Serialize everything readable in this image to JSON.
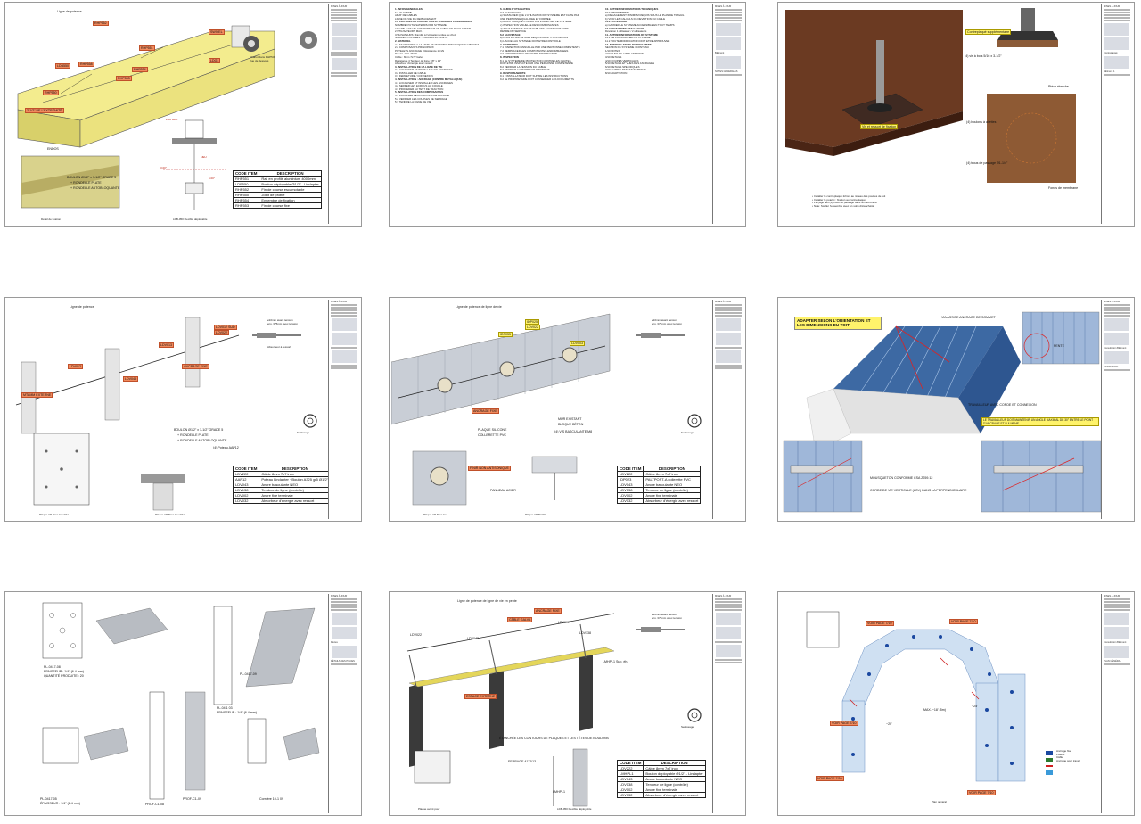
{
  "titleblock": {
    "header": "MISES À JOUR"
  },
  "sheets": [
    {
      "id": "s1",
      "title": "Ligne de potence",
      "tags": [
        {
          "t": "RHP552"
        },
        {
          "t": "RHP551"
        },
        {
          "t": "LDB550"
        },
        {
          "t": "RHP558"
        },
        {
          "t": "RHP550"
        },
        {
          "t": "RHP554"
        },
        {
          "t": "RHP553"
        },
        {
          "t": "SWIVEL"
        },
        {
          "t": "LDG1"
        },
        {
          "t": "2-1/2\" DE L'EXTRÉMITÉ"
        },
        {
          "t": "ENDOS"
        },
        {
          "t": "BOULON Ø1/2\" x 1-1/2\" GRADE 5"
        },
        {
          "t": "+ RONDELLE PLATE"
        },
        {
          "t": "+ RONDELLE AUTOBLOQUANTE"
        }
      ],
      "labels": {
        "c1": "Chariot dans RHP549",
        "c2": "Vue de dessous",
        "dim1": "2-00 MAX",
        "dim2": "JEU",
        "d1": "3.00\"",
        "d2": "5.00\""
      },
      "table": {
        "head": [
          "CODE ITEM",
          "DESCRIPTION"
        ],
        "rows": [
          [
            "RHP551",
            "Rail en profilé aluminium 4000mm"
          ],
          [
            "LDB550",
            "Boulon déployable Ø1/2\" - Lindapter"
          ],
          [
            "RHP552",
            "Fin de course escamotable"
          ],
          [
            "RHP550",
            "Joint de profilé"
          ],
          [
            "RHP554",
            "Ensemble de fixation"
          ],
          [
            "RHP553",
            "Fin de course fixe"
          ]
        ]
      },
      "cap1": "Détail de fixation",
      "cap2": "LDB-050 Flexible déployable"
    },
    {
      "id": "s2",
      "col1": [
        {
          "h": true,
          "t": "1. INFOS GÉNÉRALES"
        },
        {
          "t": "1.1 SYSTÈME"
        },
        {
          "t": "AMAT DE CÂBLES"
        },
        {
          "t": "LIGNE DE VIE DE DÉPLACEMENT"
        },
        {
          "h": true,
          "t": "1.2 CRITÈRES DE CONCEPTION ET CHARGES CONSIDÉRÉES"
        },
        {
          "t": "NOMBRE D'UTILISATEURS PAR SYSTÈME"
        },
        {
          "t": "LE CÂBLE DE VIE COMPORTANT UN CÂBLE EN DEUX CRÉER"
        },
        {
          "t": "2 UTILISATEURS MAX."
        },
        {
          "t": "UTILISATEURS : Famille à l'utilisation unitée au choix"
        },
        {
          "t": "NORMES UTILISÉES : CSA Z259.16 Z259.15"
        },
        {
          "h": true,
          "t": "2. MATÉRIEL"
        },
        {
          "t": "2.1 SE RÉFÉRER À LA LISTE DE MATÉRIEL SPÉCIFIQUE AU PROJET"
        },
        {
          "t": "2.2 COMPOSANTS PRINCIPAUX"
        },
        {
          "t": "POTELETS ANCRAGE : Résistance 16 kN"
        },
        {
          "t": "Potelet : PAL-PC06"
        },
        {
          "t": "Câble : 8mm 7x7 / Galva"
        },
        {
          "t": "Résistance 4 Tendeur de ligne 3/8\" x 13\""
        },
        {
          "t": "Absorbeur d'énergie avec ressort"
        },
        {
          "h": true,
          "t": "3. INSTALLATION DE LA LIGNE DE VIE"
        },
        {
          "t": "3.1 LOCALISER ET INSTALLER LES ANCRAGES"
        },
        {
          "t": "3.2 INSTALLER LE CÂBLE"
        },
        {
          "t": "3.3 FERMETURE / CONNEXION"
        },
        {
          "h": true,
          "t": "4. INSTALLATION : ANCRAGE (CONTRE MÉTALLIQUE)"
        },
        {
          "t": "4.1 LOCALISER ET INSTALLER LES ANCRAGES"
        },
        {
          "t": "4.2 SERRER LES ÉCROUS AU COUPLE"
        },
        {
          "t": "4.3 PROCÉDER AU TEST DE TRACTION"
        },
        {
          "h": true,
          "t": "5. INSTALLATION DES COMPOSANTES"
        },
        {
          "t": "5.1 INSTALLER LES FIXATIONS DE LA LIGNE"
        },
        {
          "t": "5.2 VÉRIFIER LES COUPLES DE SERRAGE"
        },
        {
          "t": "5.3 TENDRE LA LIGNE DE VIE"
        }
      ],
      "col2": [
        {
          "h": true,
          "t": "6. GUIDE D'UTILISATION"
        },
        {
          "t": "6.1 UTILISATION"
        },
        {
          "t": "a) S'ASSURER QUE L'UTILISATION DU SYSTÈME EST FAITE PAR"
        },
        {
          "t": "   UNE PERSONNE QUALIFIÉE ET FORMÉE"
        },
        {
          "t": "b) AVANT CHAQUE UTILISATION INSPECTER LE SYSTÈME"
        },
        {
          "t": "c) INSPECTION VISUELLE DES COMPOSANTES"
        },
        {
          "t": "d) TOUT SYSTÈME AYANT SUBI UNE CHUTE DOIT ÊTRE"
        },
        {
          "t": "   RETIRÉ DU SERVICE"
        },
        {
          "h": true,
          "t": "6.2 SAUVETAGE"
        },
        {
          "t": "a) PLAN DE SAUVETAGE REQUIS AVANT L'UTILISATION"
        },
        {
          "t": "b) L'ACCÈS AU SYSTÈME DOIT ÊTRE CONTRÔLÉ"
        },
        {
          "h": true,
          "t": "7. ENTRETIEN"
        },
        {
          "t": "7.1 INSPECTION ANNUELLE PAR UNE PERSONNE COMPÉTENTE"
        },
        {
          "t": "7.2 REMPLACER LES COMPOSANTES ENDOMMAGÉES"
        },
        {
          "t": "7.3 CONSERVER LE REGISTRE D'INSPECTION"
        },
        {
          "h": true,
          "t": "8. INSPECTION"
        },
        {
          "t": "8.1 LE SYSTÈME DE PROTECTION CONTRE LES CHUTES"
        },
        {
          "t": "   DOIT ÊTRE INSPECTÉ PAR UNE PERSONNE COMPÉTENTE"
        },
        {
          "t": "8.2 VÉRIFIER LA TENSION DU CÂBLE"
        },
        {
          "t": "8.3 VÉRIFIER L'ABSORBEUR D'ÉNERGIE"
        },
        {
          "h": true,
          "t": "9. RESPONSABILITÉ"
        },
        {
          "t": "9.1 L'INSTALLATEUR DOIT SUIVRE LES INSTRUCTIONS"
        },
        {
          "t": "9.2 LE PROPRIÉTAIRE DOIT CONSERVER LES DOCUMENTS"
        }
      ],
      "col3": [
        {
          "h": true,
          "t": "10. AUTRES INFORMATIONS TECHNIQUES"
        },
        {
          "t": "10.1 DÉGAGEMENT"
        },
        {
          "t": "a) DÉGAGEMENT MINIMUM REQUIS SOUS LE PLAN DE TRAVAIL"
        },
        {
          "t": "b) VOIR LES CALCULS DE DÉVIATION DU CÂBLE"
        },
        {
          "h": true,
          "t": "10.2 SAUVETAGE"
        },
        {
          "t": "a) GARDER LE SYSTÈME ACCESSIBLE EN TOUT TEMPS"
        },
        {
          "h": true,
          "t": "10.3 DÉVIATIONS DES CÂBLES"
        },
        {
          "t": "Déviation 1 utilisateur / 2 utilisateurs"
        },
        {
          "h": true,
          "t": "11. AUTRES INFORMATIONS DU SYSTÈME"
        },
        {
          "t": "11.1 NE PAS MODIFIER LE SYSTÈME"
        },
        {
          "t": "11.2 TOUTE MODIFICATION DOIT ÊTRE APPROUVÉE"
        },
        {
          "h": true,
          "t": "12. NOMENCLATURE DU DOCUMENT"
        },
        {
          "t": "SECTION DE SYSTÈME / CONTENU"
        },
        {
          "t": "1/10 NOTES"
        },
        {
          "t": "2/10 VUES DE L'IMPLANTATION"
        },
        {
          "t": "3/10 DÉTAILS"
        },
        {
          "t": "4/10 COUPES VERTICALES"
        },
        {
          "t": "5/10 DÉTAILS ET VUES DES ANCRAGES"
        },
        {
          "t": "6/10 DÉTAILS SPÉCIFIQUES"
        },
        {
          "t": "7/10 AUTRES RENSEIGNEMENTS"
        },
        {
          "t": "8/10 ADAPTATION"
        }
      ],
      "tb": [
        "Bâtiment",
        "NOTES GÉNÉRALES"
      ]
    },
    {
      "id": "s3",
      "tags": [
        {
          "t": "Contreplaqué supplémentaire"
        },
        {
          "t": "(4) vis à bois 5/16 x 3-1/2\""
        },
        {
          "t": "Pièce étanche"
        },
        {
          "t": "(4) boulons à ailettes"
        },
        {
          "t": "(4) trous de passage Ø1-1/4\""
        },
        {
          "t": "Fonds de membrane"
        },
        {
          "t": "Vis et ressort de fixation"
        }
      ],
      "notes": [
        "• Installer le contreplaqué 22mm au niveau des poutres de toit",
        "• Installer le potelet : fixation au contreplaqué",
        "• Perçage des (4) trous de passage dans la membrane",
        "• Note: Sceller l'ensemble avec un solin d'étanchéité"
      ],
      "tb": [
        "Contreplaqué",
        "Bâtiment 1"
      ]
    },
    {
      "id": "s4",
      "title": "Ligne de potence",
      "tags": [
        {
          "t": "LDV012 SUD"
        },
        {
          "t": "LDV022"
        },
        {
          "t": "LDV013"
        },
        {
          "t": "LDV012"
        },
        {
          "t": "LDV043"
        },
        {
          "t": "MTAMM EXTERNE"
        },
        {
          "t": "ANCRAGE FIXE"
        },
        {
          "t": "(4) Poteau AAP12"
        },
        {
          "t": "BOULON Ø1/2\" x 1-1/2\" GRADE 5"
        },
        {
          "t": "+ RONDELLE PLATE"
        },
        {
          "t": "+ RONDELLE AUTOBLOQUANTE"
        }
      ],
      "labels": {
        "absorb": "≥10mm avant tension",
        "absorb2": "env. 375mm avec tension",
        "abs": "Absorbeur à ressort",
        "stop": "Sertissage"
      },
      "table": {
        "head": [
          "CODE ITEM",
          "DESCRIPTION"
        ],
        "rows": [
          [
            "LDV222",
            "Câble 8mm 7x7 inox"
          ],
          [
            "AAP12",
            "Poteau Lindapter +Boulon A325 gr5 Ø1/2\""
          ],
          [
            "LDV043",
            "Ancre basculante NEO"
          ],
          [
            "LDV138",
            "Tendeur de ligne (contrôle)"
          ],
          [
            "LDV002",
            "Ancre fixe terminale"
          ],
          [
            "LDV032",
            "Absorbeur d'énergie avec ressort"
          ]
        ]
      },
      "cap1": "Plaque AP Pour les LDV",
      "cap2": "Plaque AP Pour les LDV"
    },
    {
      "id": "s5",
      "title": "Ligne de potence de ligne de vie",
      "tags": [
        {
          "t": "IDP025"
        },
        {
          "t": "LDV022"
        },
        {
          "t": "LDV003"
        },
        {
          "t": "IDP055"
        },
        {
          "t": "ANCRAGE FIXE"
        },
        {
          "t": "MUR EXISTANT"
        },
        {
          "t": "BLOQUE BÉTON"
        },
        {
          "t": "COLLERETTE PVC"
        },
        {
          "t": "(4) VIS BASCULANTE M8"
        },
        {
          "t": "PLAQUE SILICONE"
        },
        {
          "t": "FINIR NON ANTISONIQUE"
        },
        {
          "t": "PANNEAU ACIER"
        }
      ],
      "labels": {
        "absorb": "≥10mm avant tension",
        "absorb2": "env. 375mm avec tension",
        "stop": "Sertissage"
      },
      "table": {
        "head": [
          "CODE ITEM",
          "DESCRIPTION"
        ],
        "rows": [
          [
            "LDV222",
            "Câble 8mm 7x7 inox"
          ],
          [
            "IDP023",
            "PALTPOST-A collerette PVC"
          ],
          [
            "LDV043",
            "Ancre basculante NEO"
          ],
          [
            "LDV138",
            "Tendeur de ligne (contrôle)"
          ],
          [
            "LDV002",
            "Ancre fixe terminale"
          ],
          [
            "LDV032",
            "Absorbeur d'énergie avec ressort"
          ]
        ]
      },
      "cap1": "Plaque AP Pour les",
      "cap2": "Plaque AP Profilé"
    },
    {
      "id": "s6",
      "title": "ADAPTER SELON L'ORIENTATION ET LES DIMENSIONS DU TOIT",
      "tags": [
        {
          "t": "VIA ASSISE ANCRAGE DE SOMMET"
        },
        {
          "t": "TRAVAILLEUR AVEC CORDE ET CONNEXION"
        },
        {
          "t": "LE TRAVAILLEUR DOIT MAINTENIR UN ANGLE MAXIMAL DE 30° ENTRE LE POINT D'ANCRAGE ET LUI-MÊME"
        },
        {
          "t": "MOUSQUETON CONFORME CSA Z259.12"
        },
        {
          "t": "CORDE DE VIE VERTICALE (LOV) DANS LA PERPENDICULAIRE"
        },
        {
          "t": "PENTE"
        }
      ],
      "tb": [
        "Consultation Bâtiment",
        "ADAPTATION"
      ]
    },
    {
      "id": "s7",
      "tags": [
        {
          "t": "PL-0417-08"
        },
        {
          "t": "ÉPAISSEUR : 1/4\" (6.4 mm)"
        },
        {
          "t": "QUANTITÉ PRODUITE : 20"
        },
        {
          "t": "PL-0417-09"
        },
        {
          "t": "PL-04 1 03"
        },
        {
          "t": "ÉPAISSEUR : 1/4\" (6.4 mm)"
        },
        {
          "t": "PROF-C1-08"
        },
        {
          "t": "PL-0417-05"
        },
        {
          "t": "ÉPAISSEUR : 1/4\" (6.4 mm)"
        },
        {
          "t": "PROF-C1-09"
        },
        {
          "t": "Cornière 10-1 09"
        }
      ],
      "tb": [
        "Pièces",
        "DÉTAILS DES PIÈCES"
      ]
    },
    {
      "id": "s8",
      "title": "Ligne de potence de ligne de vie en pente",
      "tags": [
        {
          "t": "CÂBLE GALVA"
        },
        {
          "t": "ANCRAGE FIXE"
        },
        {
          "t": "LDV022"
        },
        {
          "t": "LDV043"
        },
        {
          "t": "LDV002"
        },
        {
          "t": "LDV138"
        },
        {
          "t": "ESPACE EXTERNE"
        },
        {
          "t": "LMHPL1 Sup. éh."
        },
        {
          "t": "ÉTANCHÉE LES CONTOURS DE PLAQUES ET LES TÊTES DE BOULONS"
        },
        {
          "t": "FERRAGE 4112/13"
        },
        {
          "t": "LMHPL1"
        }
      ],
      "labels": {
        "absorb": "≥10mm avant tension",
        "absorb2": "env. 375mm avec tension",
        "stop": "Sertissage"
      },
      "table": {
        "head": [
          "CODE ITEM",
          "DESCRIPTION"
        ],
        "rows": [
          [
            "LDV222",
            "Câble 8mm 7x7 inox"
          ],
          [
            "LMHPL1",
            "Boulon déployable Ø1/2\" - Lindapter"
          ],
          [
            "LDV043",
            "Ancre basculante NEO"
          ],
          [
            "LDV138",
            "Tendeur de ligne (contrôle)"
          ],
          [
            "LDV002",
            "Ancre fixe terminale"
          ],
          [
            "LDV032",
            "Absorbeur d'énergie avec ressort"
          ]
        ]
      },
      "cap1": "Plaque avant pour",
      "cap2": "LDB-050 Flexible déployable"
    },
    {
      "id": "s9",
      "tags": [
        {
          "t": "VOIR PAGE 7/10"
        },
        {
          "t": "VOIR PAGE 7/10"
        },
        {
          "t": "VOIR PAGE 7/10"
        },
        {
          "t": "VOIR PAGE 7/10"
        },
        {
          "t": "VOIR PAGE 7/10"
        },
        {
          "t": "MAX. ~18' (5m)"
        },
        {
          "t": "~25'"
        },
        {
          "t": "~20'"
        }
      ],
      "legend": [
        "Ancrage fixe",
        "Potelet",
        "Câble",
        "Ancrage pour travail"
      ],
      "caption": "Plan général",
      "tb": [
        "Consultation Bâtiment",
        "PLAN GÉNÉRAL"
      ]
    }
  ]
}
